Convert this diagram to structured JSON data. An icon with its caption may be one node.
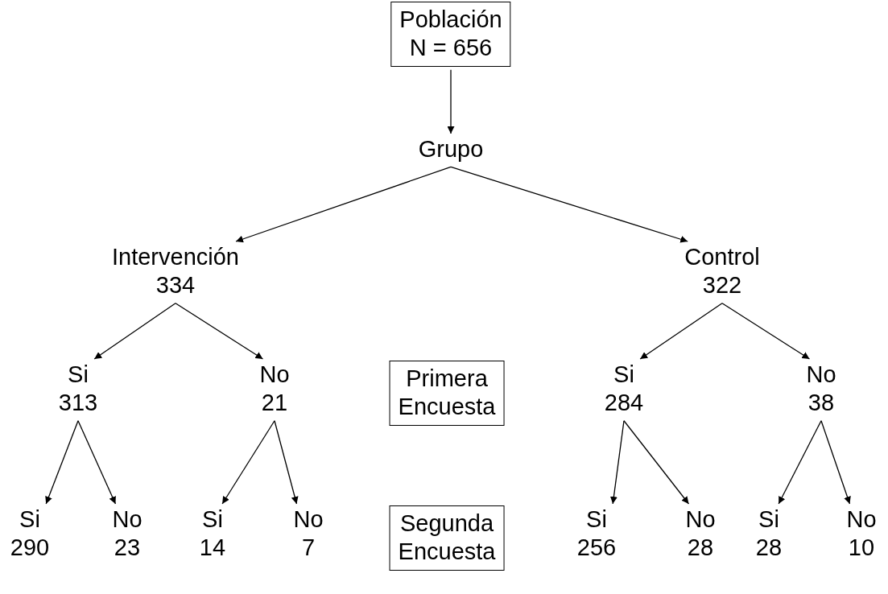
{
  "diagram": {
    "nodes": [
      {
        "text": [
          "Población",
          "N = 656"
        ]
      },
      {
        "text": [
          "Grupo"
        ]
      },
      {
        "text": [
          "Intervención",
          "334"
        ]
      },
      {
        "text": [
          "Control",
          "322"
        ]
      },
      {
        "text": [
          "Si",
          "313"
        ]
      },
      {
        "text": [
          "No",
          "21"
        ]
      },
      {
        "text": [
          "Primera",
          "Encuesta"
        ]
      },
      {
        "text": [
          "Si",
          "284"
        ]
      },
      {
        "text": [
          "No",
          "38"
        ]
      },
      {
        "text": [
          "Si",
          "290"
        ]
      },
      {
        "text": [
          "No",
          "23"
        ]
      },
      {
        "text": [
          "Si",
          "14"
        ]
      },
      {
        "text": [
          "No",
          "7"
        ]
      },
      {
        "text": [
          "Segunda",
          "Encuesta"
        ]
      },
      {
        "text": [
          "Si",
          "256"
        ]
      },
      {
        "text": [
          "No",
          "28"
        ]
      },
      {
        "text": [
          "Si",
          "28"
        ]
      },
      {
        "text": [
          "No",
          "10"
        ]
      }
    ],
    "edges": [
      {
        "from": 0,
        "to": 1,
        "arrow": "to"
      },
      {
        "from": 1,
        "to": 2,
        "arrow": "to"
      },
      {
        "from": 1,
        "to": 3,
        "arrow": "to"
      },
      {
        "from": 2,
        "to": 4,
        "arrow": "to"
      },
      {
        "from": 2,
        "to": 5,
        "arrow": "to"
      },
      {
        "from": 3,
        "to": 7,
        "arrow": "to"
      },
      {
        "from": 3,
        "to": 8,
        "arrow": "to"
      },
      {
        "from": 4,
        "to": 9,
        "arrow": "to"
      },
      {
        "from": 4,
        "to": 10,
        "arrow": "to"
      },
      {
        "from": 5,
        "to": 11,
        "arrow": "to"
      },
      {
        "from": 5,
        "to": 12,
        "arrow": "to"
      },
      {
        "from": 7,
        "to": 14,
        "arrow": "to"
      },
      {
        "from": 7,
        "to": 15,
        "arrow": "to"
      },
      {
        "from": 8,
        "to": 16,
        "arrow": "to"
      },
      {
        "from": 8,
        "to": 17,
        "arrow": "to"
      }
    ]
  }
}
